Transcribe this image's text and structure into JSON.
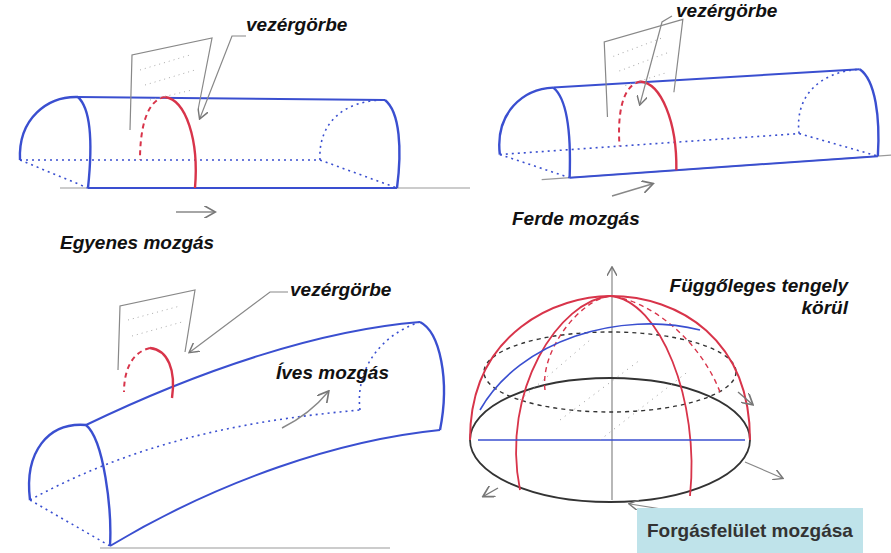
{
  "diagram": {
    "nodes": [
      {
        "text": [
          "Forgásfelület mozgása"
        ]
      }
    ],
    "labels": [
      "vezérgörbe",
      "vezérgörbe",
      "Ferde mozgás",
      "Egyenes mozgás",
      "vezérgörbe",
      "Függőleges tengely körül",
      "Íves mozgás"
    ]
  }
}
